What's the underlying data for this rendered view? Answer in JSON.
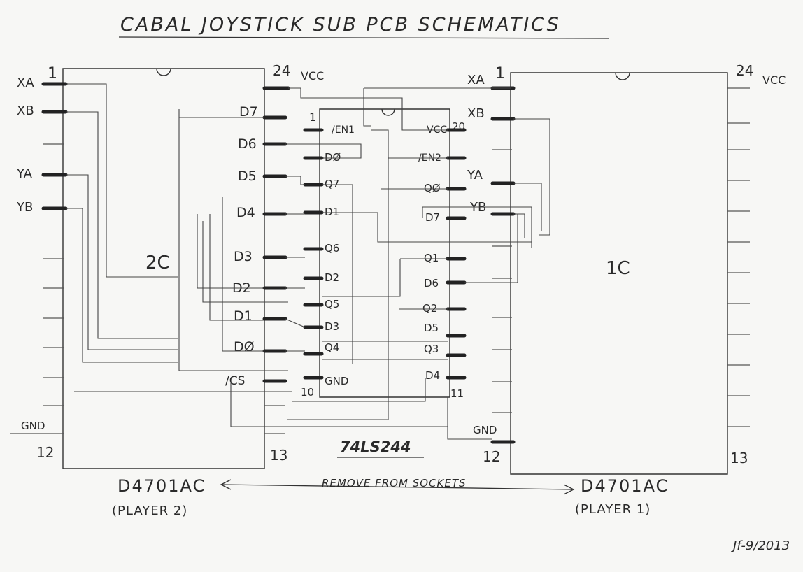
{
  "title": "CABAL JOYSTICK SUB PCB SCHEMATICS",
  "chips": {
    "left": {
      "ref": "2C",
      "part": "D4701AC",
      "note": "(PLAYER 2)",
      "pin_first": "1",
      "pin_vcc_num": "24",
      "pin_vcc": "VCC",
      "pin_gnd": "GND",
      "pin_12": "12",
      "pin_13": "13"
    },
    "middle": {
      "part": "74LS244",
      "pin_first": "1",
      "pin_last": "20",
      "pin_10": "10",
      "pin_11": "11"
    },
    "right": {
      "ref": "1C",
      "part": "D4701AC",
      "note": "(PLAYER 1)",
      "pin_first": "1",
      "pin_vcc_num": "24",
      "pin_vcc": "VCC",
      "pin_gnd": "GND",
      "pin_12": "12",
      "pin_13": "13"
    }
  },
  "left_inputs": [
    "XA",
    "XB",
    "YA",
    "YB"
  ],
  "right_inputs": [
    "XA",
    "XB",
    "YA",
    "YB"
  ],
  "left_data_pins": [
    "D7",
    "D6",
    "D5",
    "D4",
    "D3",
    "D2",
    "D1",
    "DØ",
    "/CS"
  ],
  "buffer_left_pins": [
    "/EN1",
    "DØ",
    "Q7",
    "D1",
    "Q6",
    "D2",
    "Q5",
    "D3",
    "Q4",
    "GND"
  ],
  "buffer_right_pins": [
    "VCC",
    "/EN2",
    "QØ",
    "D7",
    "Q1",
    "D6",
    "Q2",
    "D5",
    "Q3",
    "D4"
  ],
  "note_arrow": "REMOVE FROM SOCKETS",
  "signature": "Jf-9/2013",
  "colors": {
    "ink": "#2a2a2a",
    "paper": "#f7f7f5"
  }
}
